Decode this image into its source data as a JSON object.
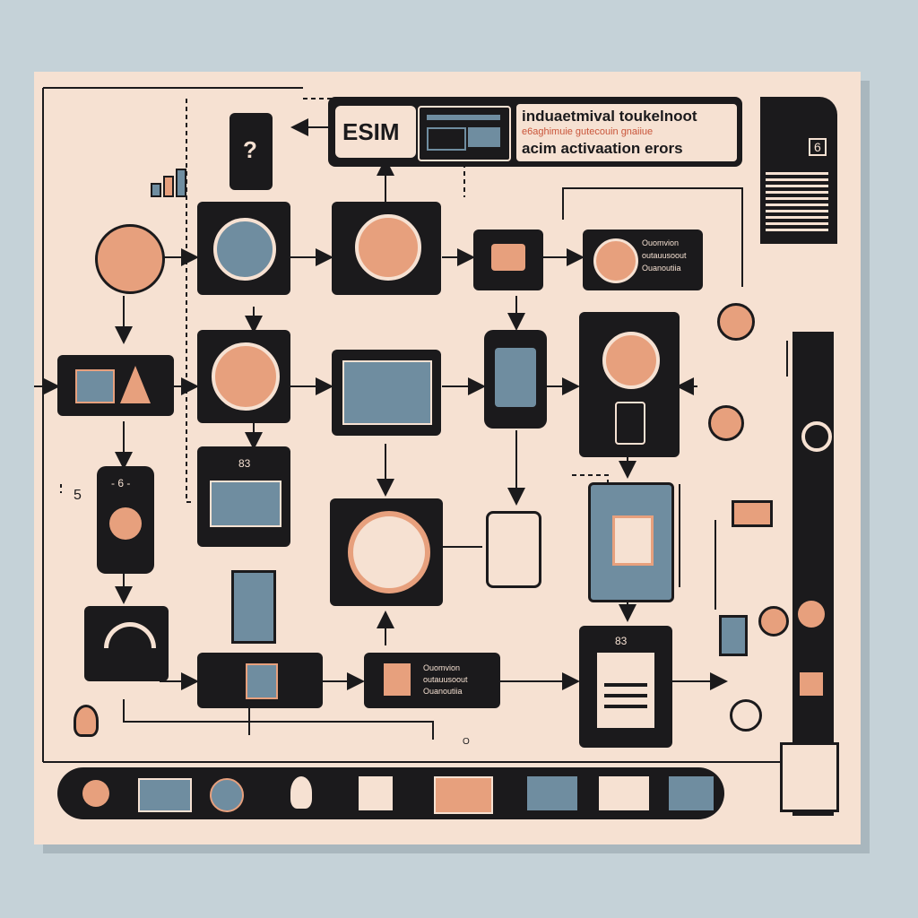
{
  "header": {
    "badge": "ESIM",
    "line1": "induaetmival toukelnoot",
    "line2": "e6aghimuie gutecouin gnaiiue",
    "line3": "acim activaation erors"
  },
  "panel_text": {
    "small_a1": "Ouomvion",
    "small_a2": "outauusoout",
    "small_a3": "Ouanoutiia",
    "small_b1": "Ouomvion",
    "small_b2": "outauusoout",
    "small_b3": "Ouanoutiia",
    "phone_label": "- 6 -",
    "laptop_label": "83",
    "doc_label": "83",
    "question": "?",
    "side_number": "5",
    "right_badge": "6",
    "tiny_o": "O"
  },
  "colors": {
    "bg": "#c5d2d8",
    "paper": "#f6e1d2",
    "ink": "#1b1a1c",
    "accent": "#e7a07d",
    "slate": "#6f8da0"
  }
}
